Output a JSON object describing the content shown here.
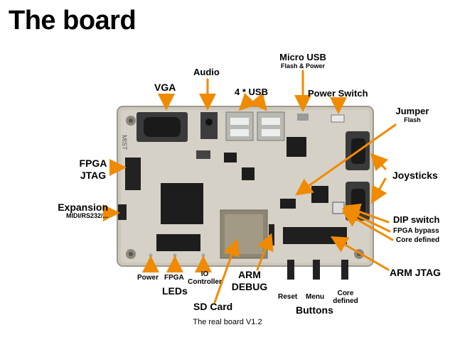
{
  "title": "The board",
  "caption": "The real board V1.2",
  "labels": {
    "vga": "VGA",
    "audio": "Audio",
    "micro_usb": "Micro USB",
    "micro_usb_sub": "Flash & Power",
    "usb4": "4 * USB",
    "power_switch": "Power Switch",
    "jumper": "Jumper",
    "jumper_sub": "Flash",
    "fpga_jtag_1": "FPGA",
    "fpga_jtag_2": "JTAG",
    "expansion": "Expansion",
    "expansion_sub": "MIDI/RS232/...",
    "joysticks": "Joysticks",
    "dip_switch": "DIP switch",
    "fpga_bypass": "FPGA bypass",
    "core_defined_dip": "Core defined",
    "arm_jtag": "ARM JTAG",
    "arm_debug_1": "ARM",
    "arm_debug_2": "DEBUG",
    "sd_card": "SD Card",
    "led_power": "Power",
    "led_fpga": "FPGA",
    "led_io_1": "IO",
    "led_io_2": "Controller",
    "leds": "LEDs",
    "btn_reset": "Reset",
    "btn_menu": "Menu",
    "btn_core_1": "Core",
    "btn_core_2": "defined",
    "buttons": "Buttons"
  },
  "board_silkscreen": "MIST",
  "colors": {
    "arrow": "#f08a00",
    "board": "#cdc8bc",
    "board_edge": "#9d988c",
    "chip": "#1d1d1d",
    "port_metal": "#b9b9b3",
    "vga_blue": "#2a2a2a"
  }
}
